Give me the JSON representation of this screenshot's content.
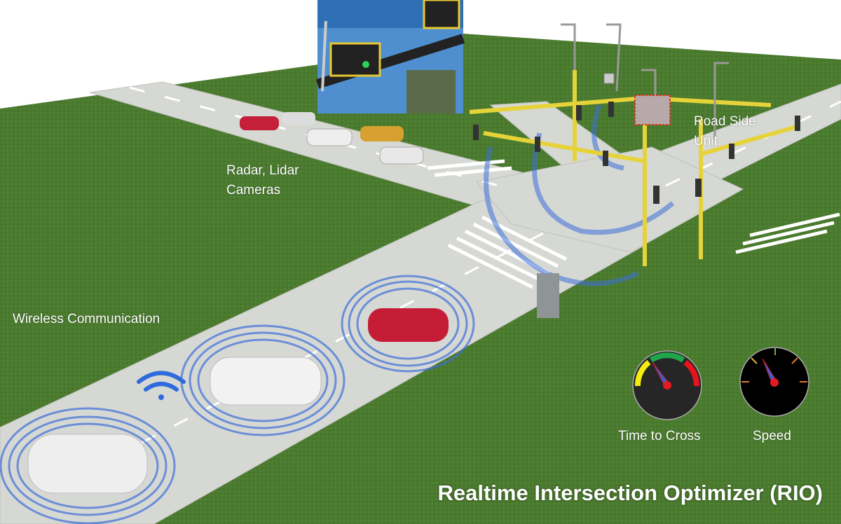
{
  "labels": {
    "radar": "Radar, Lidar",
    "cameras": "Cameras",
    "road_side_unit_1": "Road Side",
    "road_side_unit_2": "Unit",
    "wireless": "Wireless Communication",
    "time_to_cross": "Time to Cross",
    "speed": "Speed"
  },
  "title": "Realtime Intersection Optimizer (RIO)",
  "colors": {
    "grass": "#4a7a2e",
    "road": "#d4d6d2",
    "signal_ring": "#3d6fd8",
    "pole": "#e8d43a",
    "wifi": "#2f6bdc"
  },
  "icons": [
    "wifi-icon",
    "time-gauge-icon",
    "speed-gauge-icon",
    "traffic-light-icon",
    "road-side-unit-icon",
    "car-icon"
  ]
}
